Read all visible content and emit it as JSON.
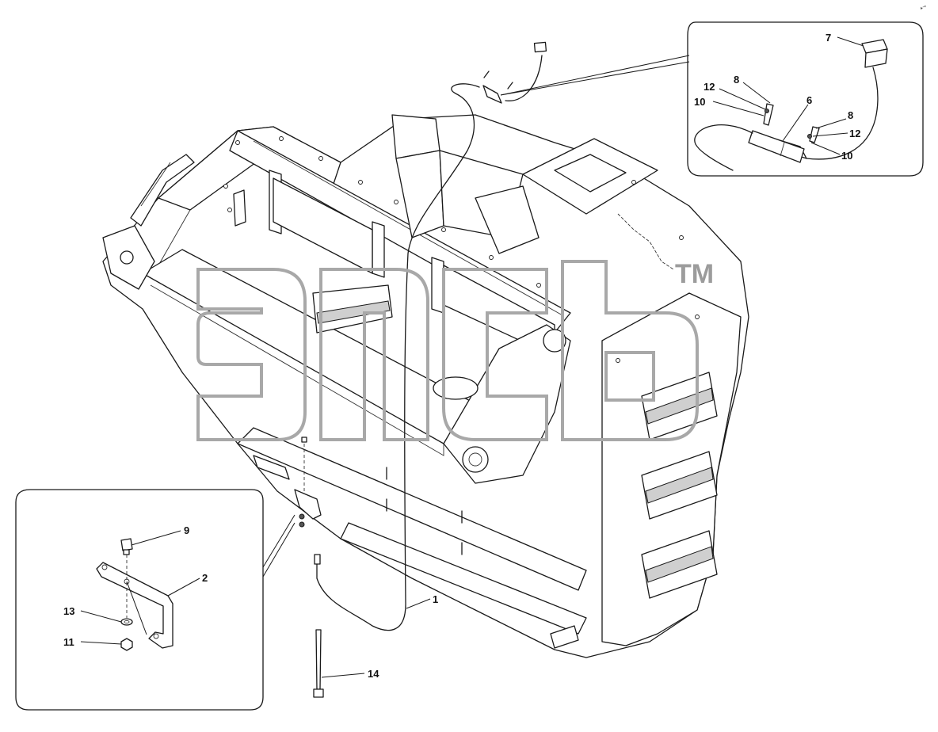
{
  "diagram": {
    "callouts": {
      "frame_cable": "1",
      "bracket": "2",
      "sensor": "6",
      "socket": "7",
      "screw_inset_left": "8",
      "screw_inset_right": "8",
      "bolt": "9",
      "washer_inset_left": "10",
      "washer_inset_right": "10",
      "nut": "11",
      "lockwasher_inset_left": "12",
      "lockwasher_inset_right": "12",
      "flat_washer": "13",
      "cable_tie": "14"
    },
    "watermark": {
      "trademark": "TM"
    },
    "corner_mark": "▴→"
  },
  "colors": {
    "line": "#1a1a1a",
    "watermark": "#a8a8a8",
    "background": "#ffffff"
  }
}
